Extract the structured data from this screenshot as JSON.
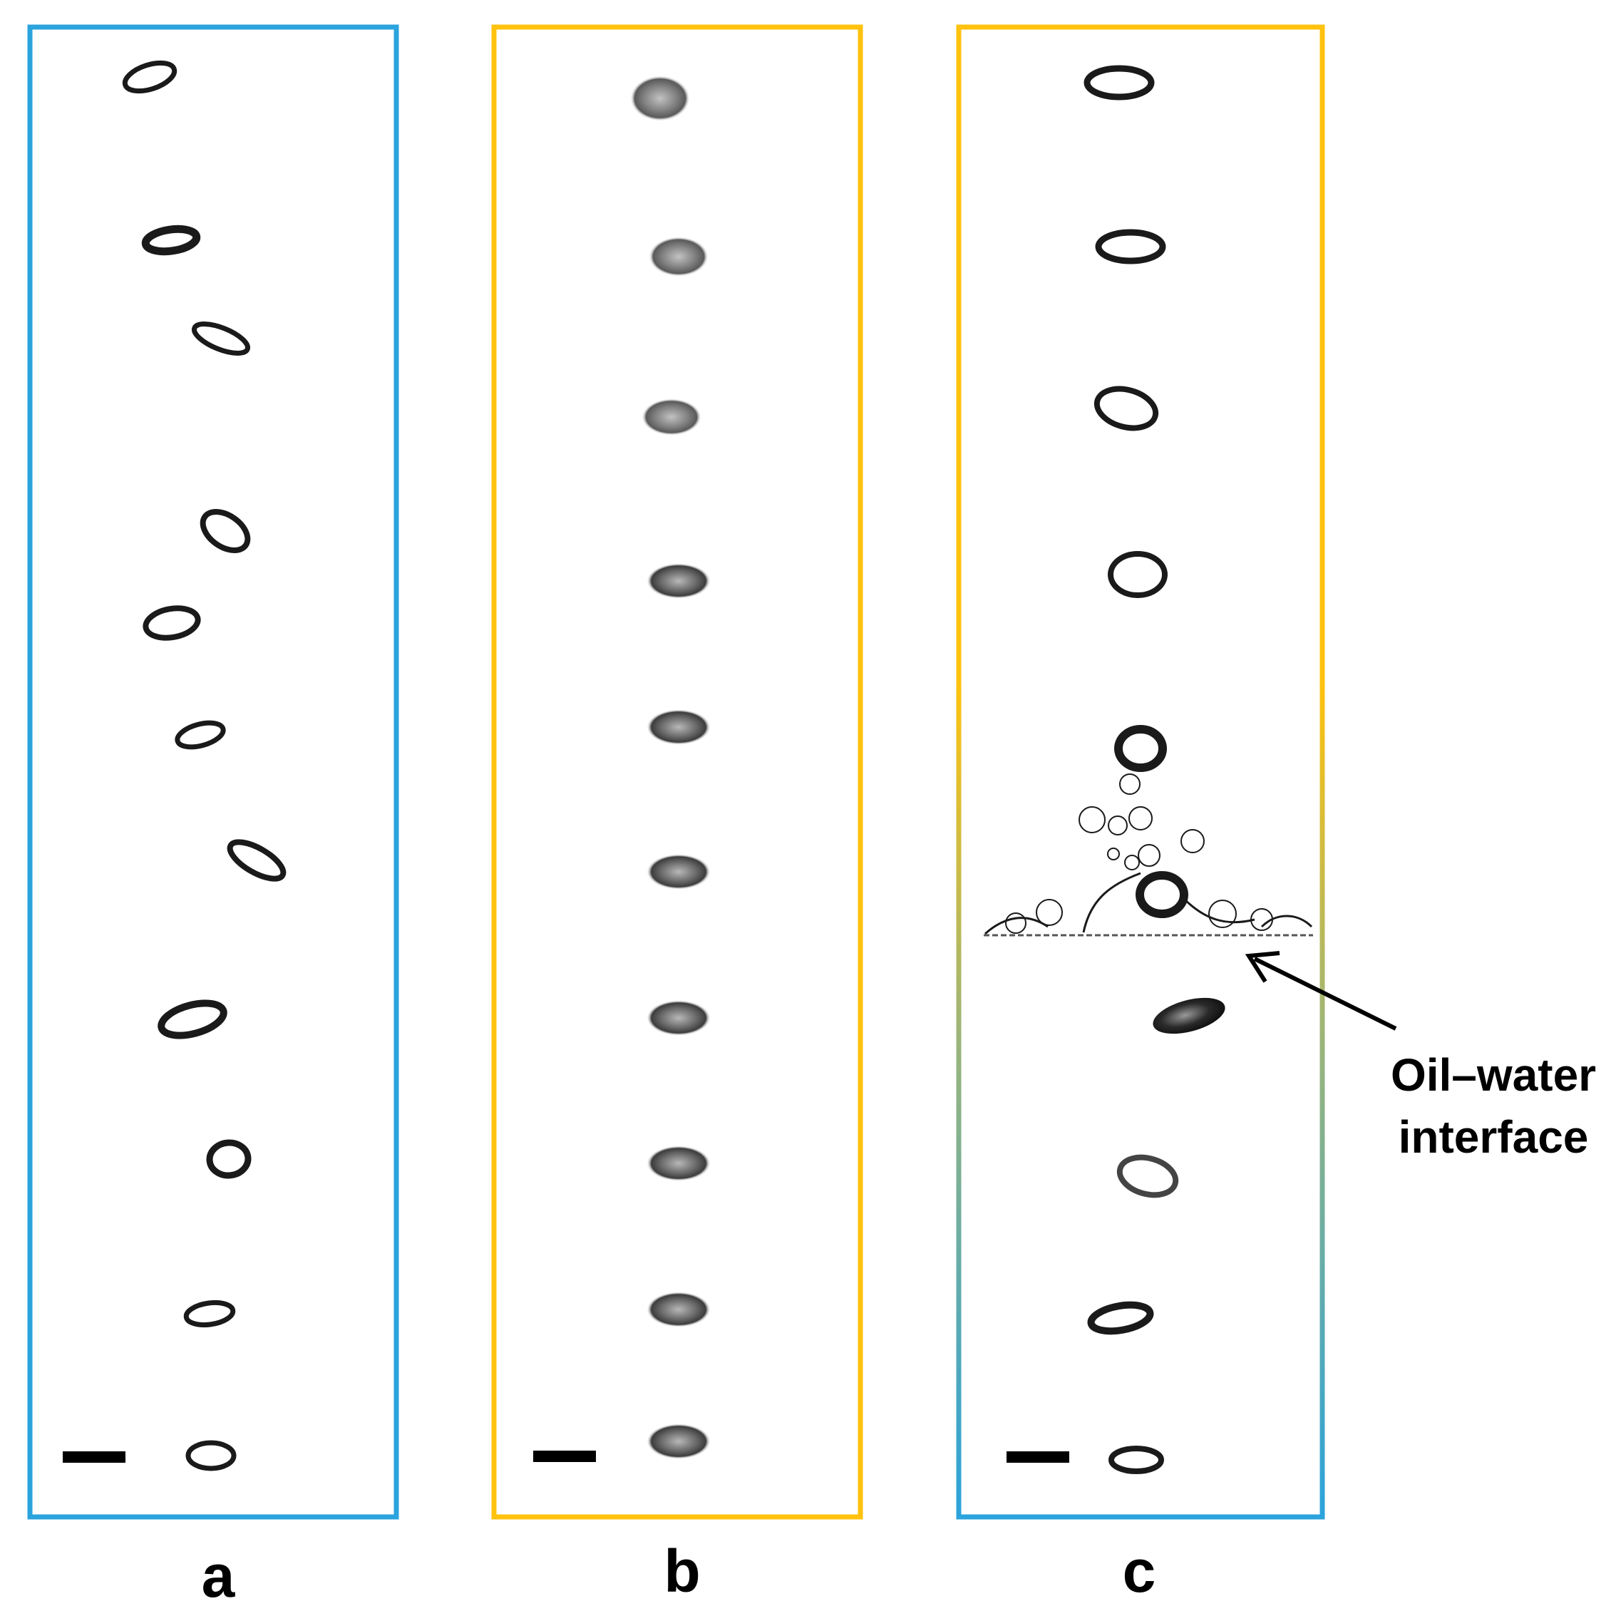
{
  "figure": {
    "panels": [
      {
        "label": "a",
        "border_color": "#2BA3DC",
        "description_color": "blue"
      },
      {
        "label": "b",
        "border_color": "#FFC20E",
        "description_color": "yellow"
      },
      {
        "label": "c",
        "border_color_top": "#FFC20E",
        "border_color_bottom": "#2BA3DC",
        "description_color": "yellow to blue gradient"
      }
    ],
    "annotation": {
      "line1": "Oil–water",
      "line2": "interface"
    },
    "colors": {
      "blue": "#2BA3DC",
      "yellow": "#FFC20E",
      "ink": "#111111"
    }
  }
}
